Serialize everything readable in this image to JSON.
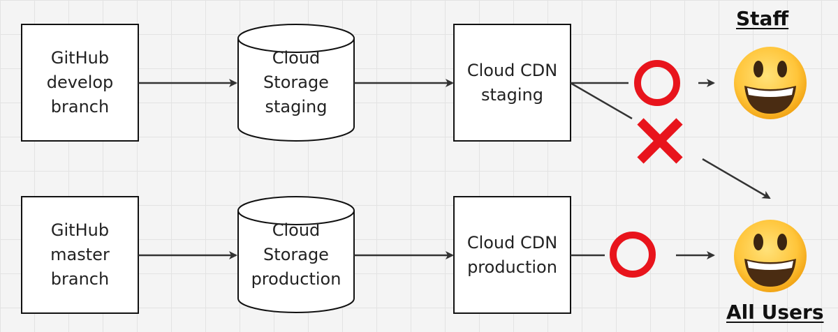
{
  "nodes": {
    "github_develop": {
      "lines": [
        "GitHub",
        "develop",
        "branch"
      ]
    },
    "storage_staging": {
      "lines": [
        "Cloud",
        "Storage",
        "staging"
      ]
    },
    "cdn_staging": {
      "lines": [
        "Cloud CDN",
        "staging"
      ]
    },
    "github_master": {
      "lines": [
        "GitHub",
        "master",
        "branch"
      ]
    },
    "storage_production": {
      "lines": [
        "Cloud",
        "Storage",
        "production"
      ]
    },
    "cdn_production": {
      "lines": [
        "Cloud CDN",
        "production"
      ]
    }
  },
  "audiences": {
    "staff": "Staff",
    "all_users": "All Users"
  },
  "access_marks": {
    "staging_to_staff": "allowed",
    "staging_to_all_users": "denied",
    "production_to_all_users": "allowed"
  },
  "icons": {
    "allowed": "red-circle-icon",
    "denied": "red-cross-icon",
    "user": "smiling-face-emoji-icon"
  },
  "colors": {
    "allowed": "#e8141c",
    "denied": "#e8141c",
    "box_stroke": "#111111",
    "arrow": "#333333",
    "face": "#ffc93a"
  }
}
